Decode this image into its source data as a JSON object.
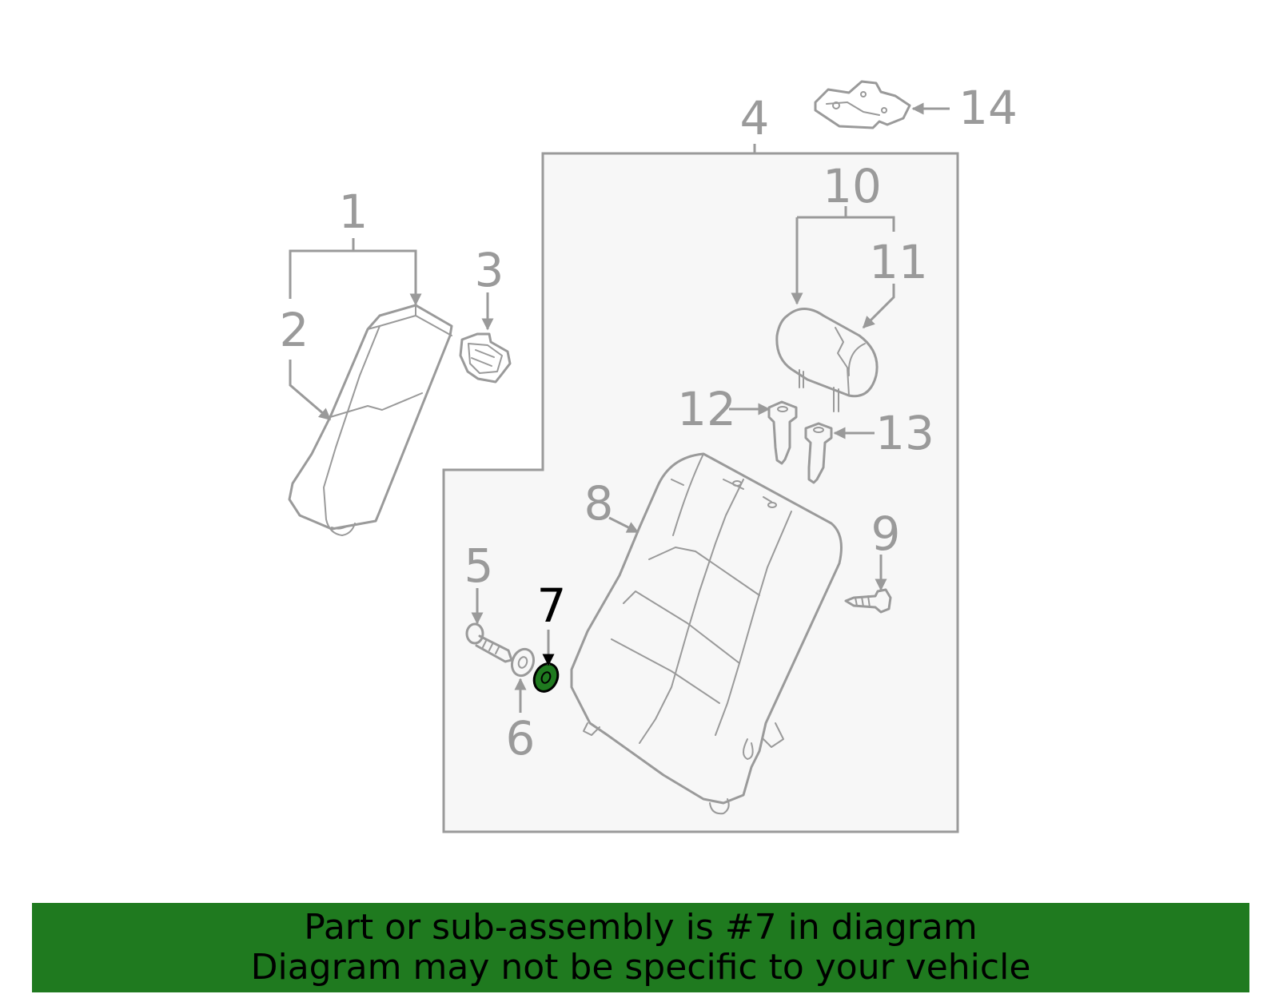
{
  "callouts": {
    "c1": "1",
    "c2": "2",
    "c3": "3",
    "c4": "4",
    "c5": "5",
    "c6": "6",
    "c7": "7",
    "c8": "8",
    "c9": "9",
    "c10": "10",
    "c11": "11",
    "c12": "12",
    "c13": "13",
    "c14": "14"
  },
  "highlighted_part": "7",
  "banner": {
    "line1": "Part or sub-assembly is #7 in diagram",
    "line2": "Diagram may not be specific to your vehicle"
  },
  "colors": {
    "part_stroke": "#9a9a9a",
    "panel_fill": "#f7f7f7",
    "highlight_fill": "#1f7a1f",
    "banner_bg": "#1f7a1f",
    "banner_text": "#000000"
  }
}
